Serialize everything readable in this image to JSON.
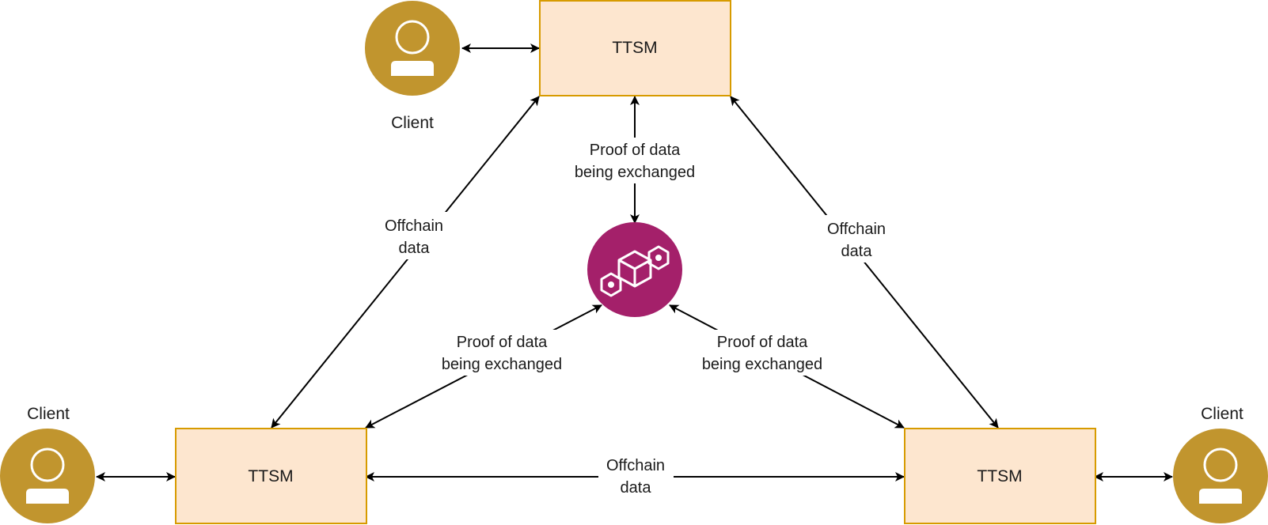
{
  "nodes": {
    "ttsm_top": {
      "label": "TTSM"
    },
    "ttsm_left": {
      "label": "TTSM"
    },
    "ttsm_right": {
      "label": "TTSM"
    },
    "client_top": {
      "label": "Client"
    },
    "client_left": {
      "label": "Client"
    },
    "client_right": {
      "label": "Client"
    },
    "blockchain": {
      "icon": "blockchain-icon"
    }
  },
  "edges": {
    "left_diagonal": {
      "line1": "Offchain",
      "line2": "data"
    },
    "right_diagonal": {
      "line1": "Offchain",
      "line2": "data"
    },
    "bottom": {
      "line1": "Offchain",
      "line2": "data"
    },
    "top_proof": {
      "line1": "Proof of data",
      "line2": "being exchanged"
    },
    "left_proof": {
      "line1": "Proof of data",
      "line2": "being exchanged"
    },
    "right_proof": {
      "line1": "Proof of data",
      "line2": "being exchanged"
    }
  },
  "colors": {
    "ttsm_fill": "#fde6cf",
    "ttsm_stroke": "#d79b00",
    "client": "#c1952e",
    "blockchain": "#a4206a",
    "line": "#000000"
  }
}
